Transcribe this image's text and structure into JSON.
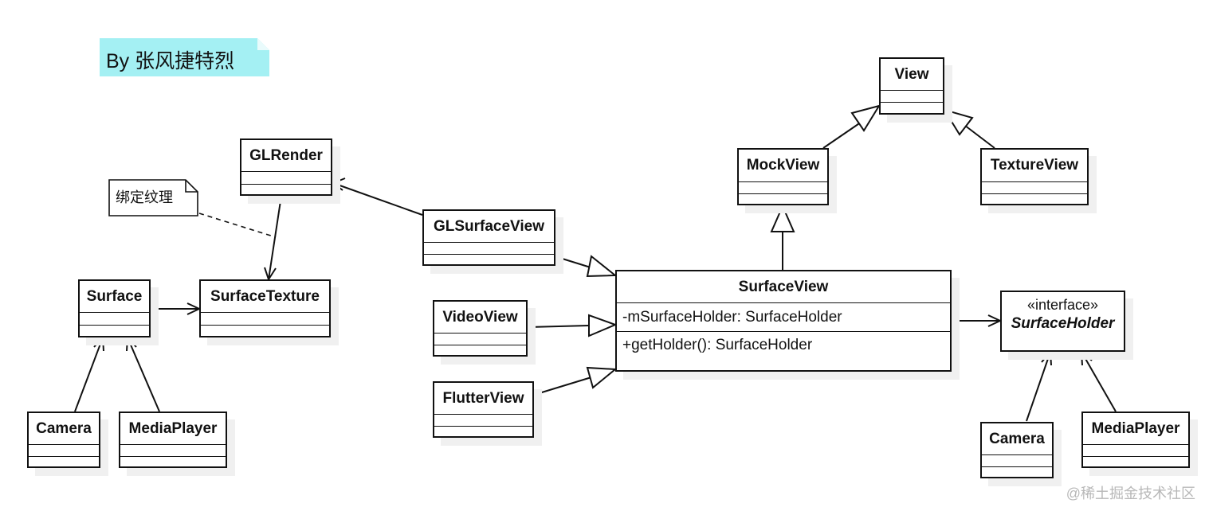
{
  "author_note": {
    "text": "By 张风捷特烈",
    "fill": "#a4f0f3"
  },
  "binding_note": {
    "text": "绑定纹理"
  },
  "classes": {
    "view": {
      "name": "View"
    },
    "mock_view": {
      "name": "MockView"
    },
    "texture_view": {
      "name": "TextureView"
    },
    "gl_render": {
      "name": "GLRender"
    },
    "gl_surface_view": {
      "name": "GLSurfaceView"
    },
    "surface": {
      "name": "Surface"
    },
    "surface_texture": {
      "name": "SurfaceTexture"
    },
    "video_view": {
      "name": "VideoView"
    },
    "flutter_view": {
      "name": "FlutterView"
    },
    "surface_view": {
      "name": "SurfaceView",
      "attribute": "-mSurfaceHolder: SurfaceHolder",
      "operation": "+getHolder(): SurfaceHolder"
    },
    "camera_left": {
      "name": "Camera"
    },
    "media_player_left": {
      "name": "MediaPlayer"
    },
    "camera_right": {
      "name": "Camera"
    },
    "media_player_right": {
      "name": "MediaPlayer"
    }
  },
  "interface": {
    "stereotype": "«interface»",
    "name": "SurfaceHolder"
  },
  "relationships": [
    {
      "from": "MockView",
      "to": "View",
      "type": "generalization"
    },
    {
      "from": "TextureView",
      "to": "View",
      "type": "generalization"
    },
    {
      "from": "SurfaceView",
      "to": "MockView",
      "type": "generalization"
    },
    {
      "from": "GLSurfaceView",
      "to": "SurfaceView",
      "type": "generalization"
    },
    {
      "from": "VideoView",
      "to": "SurfaceView",
      "type": "generalization"
    },
    {
      "from": "FlutterView",
      "to": "SurfaceView",
      "type": "generalization"
    },
    {
      "from": "GLSurfaceView",
      "to": "GLRender",
      "type": "association"
    },
    {
      "from": "GLRender",
      "to": "SurfaceTexture",
      "type": "association"
    },
    {
      "from": "Surface",
      "to": "SurfaceTexture",
      "type": "association"
    },
    {
      "from": "Camera",
      "to": "Surface",
      "type": "association"
    },
    {
      "from": "MediaPlayer",
      "to": "Surface",
      "type": "association"
    },
    {
      "from": "SurfaceView",
      "to": "SurfaceHolder",
      "type": "association"
    },
    {
      "from": "Camera",
      "to": "SurfaceHolder",
      "type": "association"
    },
    {
      "from": "MediaPlayer",
      "to": "SurfaceHolder",
      "type": "association"
    },
    {
      "from": "绑定纹理",
      "to": "GLRender-SurfaceTexture",
      "type": "note-anchor"
    }
  ],
  "watermark": "@稀土掘金技术社区"
}
